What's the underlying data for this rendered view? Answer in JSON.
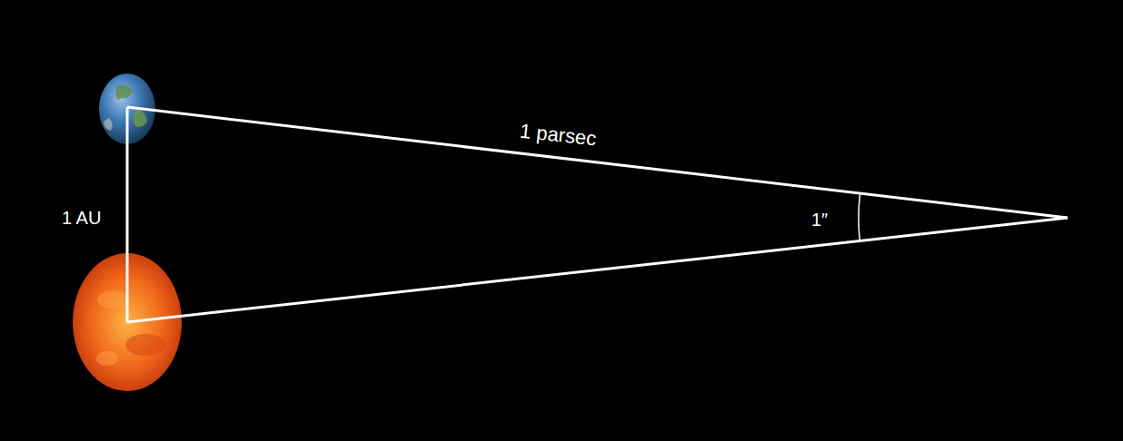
{
  "diagram": {
    "labels": [
      "1 AU",
      "1 parsec",
      "1″"
    ]
  }
}
